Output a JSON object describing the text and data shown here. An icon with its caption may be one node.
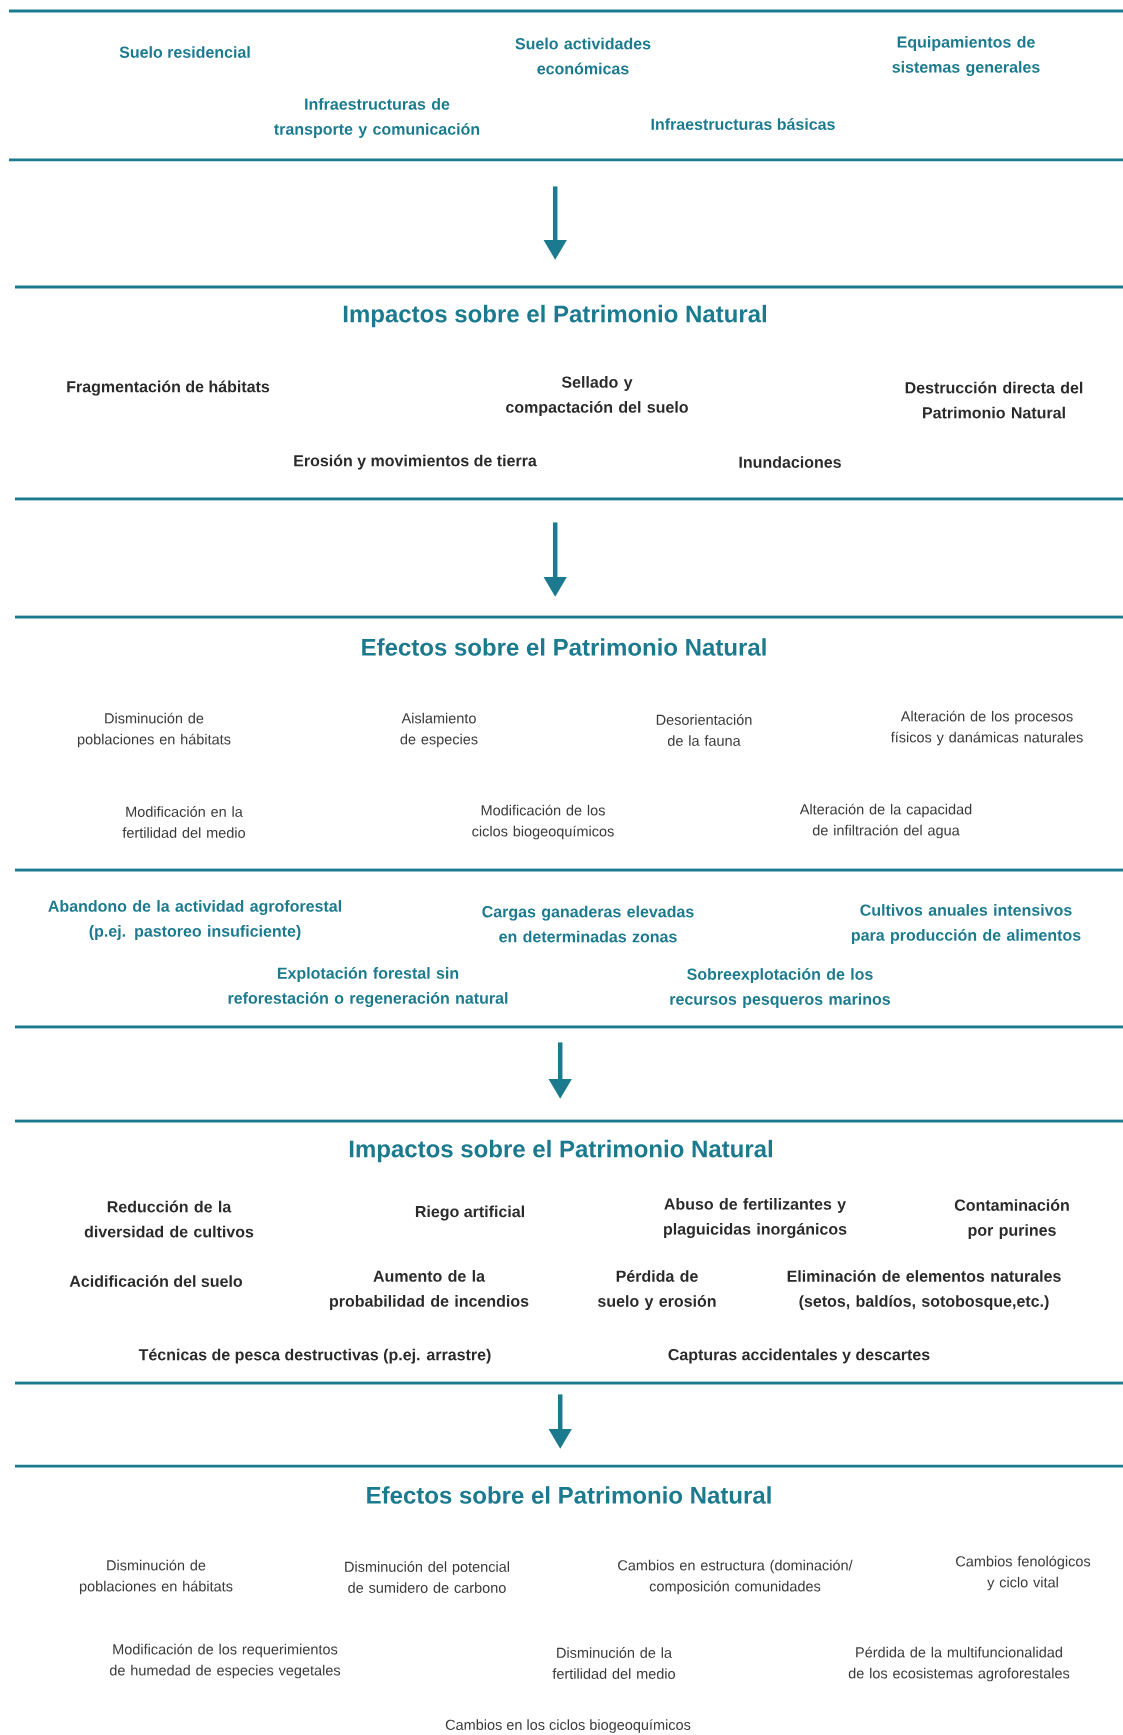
{
  "diagram": {
    "nodes": [
      {
        "text": [
          "Suelo residencial",
          "Suelo actividades económicas",
          "Equipamientos de sistemas generales",
          "Infraestructuras de transporte y comunicación",
          "Infraestructuras básicas"
        ]
      },
      {
        "text": [
          "Impactos sobre el Patrimonio Natural",
          "Fragmentación de hábitats",
          "Sellado y compactación del suelo",
          "Destrucción directa del Patrimonio Natural",
          "Erosión y movimientos de tierra",
          "Inundaciones"
        ]
      },
      {
        "text": [
          "Efectos sobre el Patrimonio Natural",
          "Disminución de poblaciones en hábitats",
          "Aislamiento de especies",
          "Desorientación de la fauna",
          "Alteración de los procesos físicos y danámicas naturales",
          "Modificación en la fertilidad del medio",
          "Modificación de los ciclos biogeoquímicos",
          "Alteración de la capacidad de infiltración del agua"
        ]
      },
      {
        "text": [
          "Abandono de la actividad agroforestal (p.ej. pastoreo insuficiente)",
          "Cargas ganaderas elevadas en determinadas zonas",
          "Cultivos anuales intensivos para producción de alimentos",
          "Explotación forestal sin reforestación o regeneración natural",
          "Sobreexplotación de los recursos pesqueros marinos"
        ]
      },
      {
        "text": [
          "Impactos sobre el Patrimonio Natural",
          "Reducción de la diversidad de cultivos",
          "Riego artificial",
          "Abuso de fertilizantes y plaguicidas inorgánicos",
          "Contaminación por purines",
          "Acidificación del suelo",
          "Aumento de la probabilidad de incendios",
          "Pérdida de suelo y erosión",
          "Eliminación de elementos naturales (setos, baldíos, sotobosque,etc.)",
          "Técnicas de pesca destructivas (p.ej. arrastre)",
          "Capturas accidentales y descartes"
        ]
      },
      {
        "text": [
          "Efectos sobre el Patrimonio Natural",
          "Disminución de poblaciones en hábitats",
          "Disminución del potencial de sumidero de carbono",
          "Cambios en estructura (dominación/ composición comunidades",
          "Cambios fenológicos y ciclo vital",
          "Modificación de los requerimientos de humedad de especies vegetales",
          "Disminución de la fertilidad del medio",
          "Pérdida de la multifuncionalidad de los ecosistemas agroforestales",
          "Cambios en los ciclos biogeoquímicos"
        ]
      }
    ],
    "edges": [
      {
        "from": 0,
        "to": 1,
        "arrow": "to"
      },
      {
        "from": 1,
        "to": 2,
        "arrow": "to"
      },
      {
        "from": 3,
        "to": 4,
        "arrow": "to"
      },
      {
        "from": 4,
        "to": 5,
        "arrow": "to"
      }
    ]
  }
}
